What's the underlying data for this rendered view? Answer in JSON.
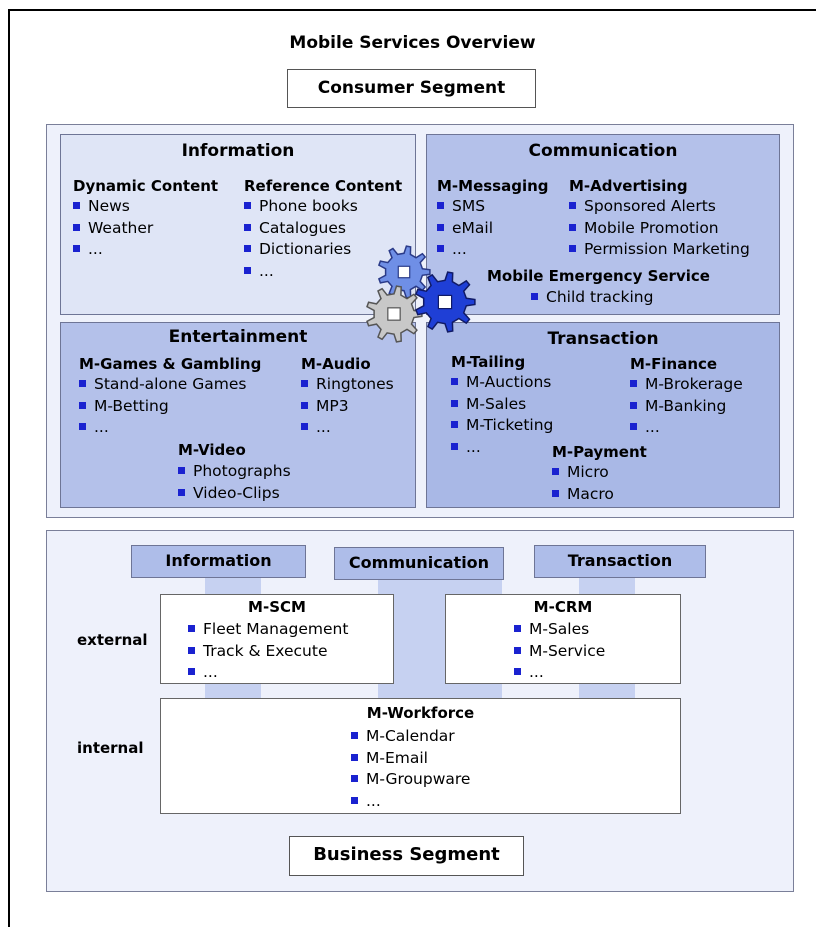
{
  "title": "Mobile Services Overview",
  "consumer_segment": "Consumer Segment",
  "business_segment": "Business Segment",
  "information": {
    "title": "Information",
    "dynamic": {
      "heading": "Dynamic Content",
      "items": [
        "News",
        "Weather",
        "..."
      ]
    },
    "reference": {
      "heading": "Reference Content",
      "items": [
        "Phone books",
        "Catalogues",
        "Dictionaries",
        "..."
      ]
    }
  },
  "communication": {
    "title": "Communication",
    "messaging": {
      "heading": "M-Messaging",
      "items": [
        "SMS",
        "eMail",
        "..."
      ]
    },
    "advertising": {
      "heading": "M-Advertising",
      "items": [
        "Sponsored Alerts",
        "Mobile Promotion",
        "Permission Marketing"
      ]
    },
    "emergency": {
      "heading": "Mobile Emergency Service",
      "items": [
        "Child tracking"
      ]
    }
  },
  "entertainment": {
    "title": "Entertainment",
    "games": {
      "heading": "M-Games & Gambling",
      "items": [
        "Stand-alone Games",
        "M-Betting",
        "..."
      ]
    },
    "audio": {
      "heading": "M-Audio",
      "items": [
        "Ringtones",
        "MP3",
        "..."
      ]
    },
    "video": {
      "heading": "M-Video",
      "items": [
        "Photographs",
        "Video-Clips"
      ]
    }
  },
  "transaction": {
    "title": "Transaction",
    "tailing": {
      "heading": "M-Tailing",
      "items": [
        "M-Auctions",
        "M-Sales",
        "M-Ticketing",
        "..."
      ]
    },
    "finance": {
      "heading": "M-Finance",
      "items": [
        "M-Brokerage",
        "M-Banking",
        "..."
      ]
    },
    "payment": {
      "heading": "M-Payment",
      "items": [
        "Micro",
        "Macro"
      ]
    }
  },
  "business": {
    "tabs": [
      "Information",
      "Communication",
      "Transaction"
    ],
    "external_label": "external",
    "internal_label": "internal",
    "scm": {
      "heading": "M-SCM",
      "items": [
        "Fleet Management",
        "Track & Execute",
        "..."
      ]
    },
    "crm": {
      "heading": "M-CRM",
      "items": [
        "M-Sales",
        "M-Service",
        "..."
      ]
    },
    "workforce": {
      "heading": "M-Workforce",
      "items": [
        "M-Calendar",
        "M-Email",
        "M-Groupware",
        "..."
      ]
    }
  },
  "colors": {
    "bullet": "#1a22d0",
    "gear_blue": "#1f3fd6",
    "gear_light_blue": "#6f8fe6",
    "gear_grey": "#c8c8c8"
  },
  "icons": [
    "gears-icon"
  ]
}
